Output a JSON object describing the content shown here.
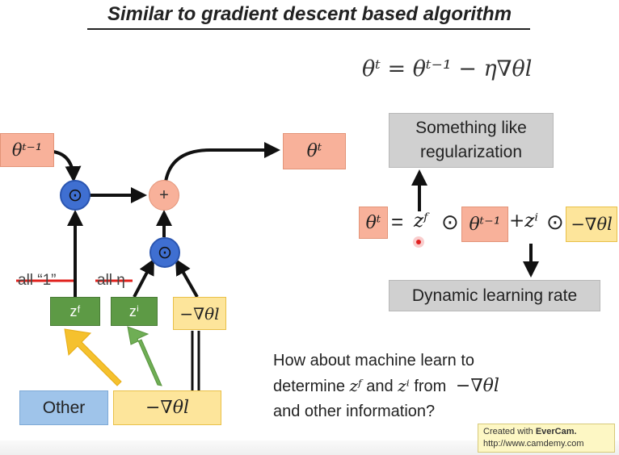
{
  "title": "Similar to gradient descent based algorithm",
  "equation_top": "θᵗ = θᵗ⁻¹ − η∇θl",
  "left": {
    "theta_prev": "θᵗ⁻¹",
    "theta_t": "θᵗ",
    "op_dot": "⊙",
    "op_plus": "+",
    "struck_label_1": "all “1”",
    "struck_label_2": "all η",
    "zf": "zᶠ",
    "zi": "zⁱ",
    "neg_grad": "−∇θl",
    "other": "Other",
    "neg_grad_bottom": "−∇θl"
  },
  "right": {
    "regularization_box": [
      "Something like",
      "regularization"
    ],
    "eq_theta_t": "θᵗ",
    "eq_equals": "=",
    "eq_zf": "zᶠ",
    "eq_dot1": "⊙",
    "eq_theta_prev": "θᵗ⁻¹",
    "eq_plus_zi": "+zⁱ",
    "eq_dot2": "⊙",
    "eq_neg_grad": "−∇θl",
    "learning_rate_box": "Dynamic learning rate"
  },
  "question": {
    "line1": "How about machine learn to",
    "line2_prefix": "determine",
    "line2_zf": "zᶠ",
    "line2_and": "and",
    "line2_zi": "zⁱ",
    "line2_from": "from",
    "line2_grad": "−∇θl",
    "line3": "and other information?"
  },
  "watermark": {
    "line1_prefix": "Created with ",
    "line1_brand": "EverCam.",
    "line2": "http://www.camdemy.com"
  },
  "colors": {
    "orange_box": "#f8b19a",
    "yellow_box": "#fde59b",
    "green_box": "#5d9a45",
    "blue_box": "#9fc4ea",
    "grey_box": "#d0d0d0",
    "dot_node": "#3f6fd1",
    "plus_node": "#f8b19a",
    "strike": "#e0201c"
  }
}
